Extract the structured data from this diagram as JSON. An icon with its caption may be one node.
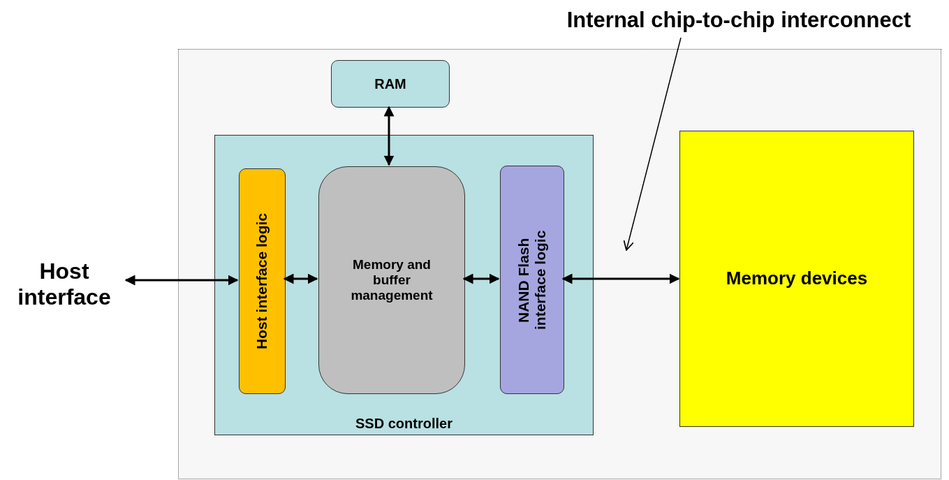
{
  "diagram": {
    "nodes": [
      {
        "text": [],
        "shape": "box"
      },
      {
        "text": [
          "RAM"
        ],
        "in": 0
      },
      {
        "text": [
          "SSD controller"
        ],
        "in": 0
      },
      {
        "text": [
          "Host interface logic"
        ],
        "in": 2
      },
      {
        "text": [
          "Memory and buffer management"
        ],
        "in": 2
      },
      {
        "text": [
          "NAND Flash interface logic"
        ],
        "in": 2
      },
      {
        "text": [
          "Memory devices"
        ],
        "in": 0
      },
      {
        "text": [
          "Host interface"
        ]
      },
      {
        "text": [
          "Internal chip-to-chip interconnect"
        ]
      }
    ],
    "edges": [
      {
        "from": 7,
        "to": 3,
        "arrow": "both"
      },
      {
        "from": 3,
        "to": 4,
        "arrow": "both"
      },
      {
        "from": 4,
        "to": 5,
        "arrow": "both"
      },
      {
        "from": 5,
        "to": 6,
        "arrow": "both"
      },
      {
        "from": 1,
        "to": 4,
        "arrow": "both"
      },
      {
        "from": 8,
        "to": null,
        "arrow": "to"
      }
    ]
  }
}
